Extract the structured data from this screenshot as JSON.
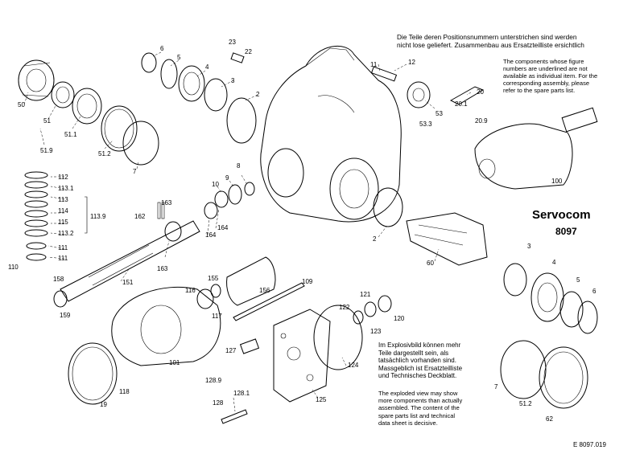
{
  "title": {
    "line1": "Servocom",
    "line2": "8097"
  },
  "drawing_number": "E 8097.019",
  "notes": {
    "top_de": "Die Teile deren Positionsnummern unterstrichen sind werden\nnicht lose geliefert. Zusammenbau aus Ersatzteilliste ersichtlich",
    "top_en": "The components whose figure\nnumbers are underlined are not\navailable as individual item. For the\ncorresponding assembly, please\nrefer to the spare parts list.",
    "bottom_de": "Im Explosivbild können mehr\nTeile dargestellt sein, als\ntatsächlich vorhanden sind.\nMassgeblich ist Ersatzteilliste\nund Technisches Deckblatt.",
    "bottom_en": "The exploded view may show\nmore components than actually\nassembled. The content of the\nspare parts list and technical\ndata sheet is decisive."
  },
  "labels": {
    "l50": "50",
    "l51": "51",
    "l51_1": "51.1",
    "l51_9": "51.9",
    "l51_2": "51.2",
    "l7": "7",
    "l6": "6",
    "l5": "5",
    "l4": "4",
    "l3": "3",
    "l2": "2",
    "l23": "23",
    "l22": "22",
    "l11": "11",
    "l12": "12",
    "l53": "53",
    "l53_3": "53.3",
    "l20_1": "20.1",
    "l20": "20",
    "l20_9": "20.9",
    "l100": "100",
    "l112": "112",
    "l113_1": "113.1",
    "l113": "113",
    "l114": "114",
    "l115": "115",
    "l113_2": "113.2",
    "l111a": "111",
    "l111b": "111",
    "l110": "110",
    "l113_9": "113.9",
    "l162": "162",
    "l163a": "163",
    "l164a": "164",
    "l164b": "164",
    "l10": "10",
    "l9": "9",
    "l8": "8",
    "l163b": "163",
    "l158": "158",
    "l151": "151",
    "l159": "159",
    "l155": "155",
    "l156": "156",
    "l116": "116",
    "l117": "117",
    "l109": "109",
    "l101": "101",
    "l118": "118",
    "l19": "19",
    "l127": "127",
    "l128_9": "128.9",
    "l128_1": "128.1",
    "l128": "128",
    "l121": "121",
    "l122": "122",
    "l123": "123",
    "l120": "120",
    "l124": "124",
    "l125": "125",
    "l2b": "2",
    "l60": "60",
    "l3b": "3",
    "l4b": "4",
    "l5b": "5",
    "l6b": "6",
    "l7b": "7",
    "l51_2b": "51.2",
    "l62": "62"
  }
}
